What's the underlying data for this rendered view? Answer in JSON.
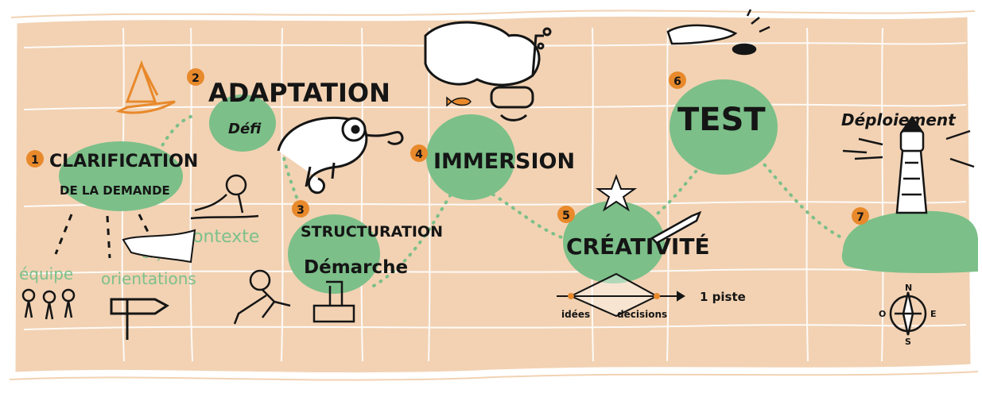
{
  "steps": [
    {
      "number": "1",
      "title_line1": "CLARIFICATION",
      "title_line2": "DE LA DEMANDE"
    },
    {
      "number": "2",
      "title": "ADAPTATION",
      "subtitle": "Défi"
    },
    {
      "number": "3",
      "title_line1": "STRUCTURATION",
      "title_line2": "Démarche"
    },
    {
      "number": "4",
      "title": "IMMERSION"
    },
    {
      "number": "5",
      "title": "CRÉATIVITÉ"
    },
    {
      "number": "6",
      "title": "TEST"
    },
    {
      "number": "7",
      "title": "Déploiement"
    }
  ],
  "annotations": {
    "contexte": "contexte",
    "enjeux": "enjeux",
    "equipe": "équipe",
    "orientations": "orientations",
    "idees": "idées",
    "decisions": "décisions",
    "piste": "1 piste"
  },
  "compass": {
    "n": "N",
    "s": "S",
    "e": "E",
    "o": "O"
  },
  "colors": {
    "paper": "#f2d2b3",
    "blob": "#7cbf89",
    "accent": "#e8892b",
    "ink": "#151515",
    "grid": "#ffffff"
  }
}
